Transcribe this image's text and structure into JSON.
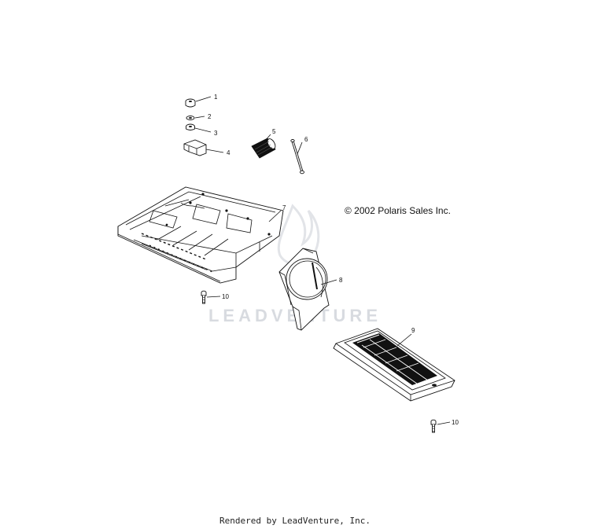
{
  "copyright": "© 2002 Polaris Sales Inc.",
  "watermark": "LEADVENTURE",
  "footer": "Rendered by LeadVenture, Inc.",
  "callouts": [
    "1",
    "2",
    "3",
    "4",
    "5",
    "6",
    "7",
    "8",
    "9",
    "10",
    "10"
  ]
}
